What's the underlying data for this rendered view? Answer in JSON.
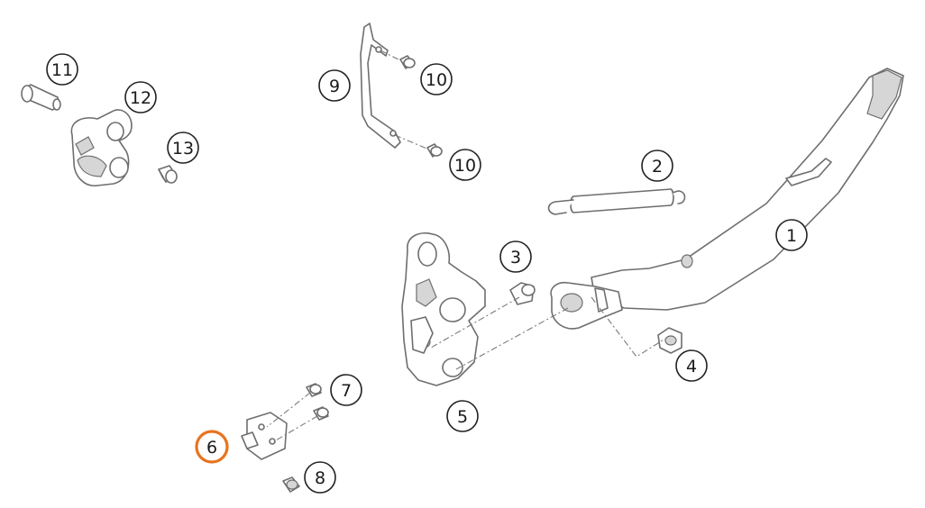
{
  "callouts": [
    {
      "label": "1",
      "active": false
    },
    {
      "label": "2",
      "active": false
    },
    {
      "label": "3",
      "active": false
    },
    {
      "label": "4",
      "active": false
    },
    {
      "label": "5",
      "active": false
    },
    {
      "label": "6",
      "active": true
    },
    {
      "label": "7",
      "active": false
    },
    {
      "label": "8",
      "active": false
    },
    {
      "label": "9",
      "active": false
    },
    {
      "label": "10",
      "active": false
    },
    {
      "label": "10",
      "active": false
    },
    {
      "label": "11",
      "active": false
    },
    {
      "label": "12",
      "active": false
    },
    {
      "label": "13",
      "active": false
    }
  ],
  "highlight_color": "#e8731e"
}
